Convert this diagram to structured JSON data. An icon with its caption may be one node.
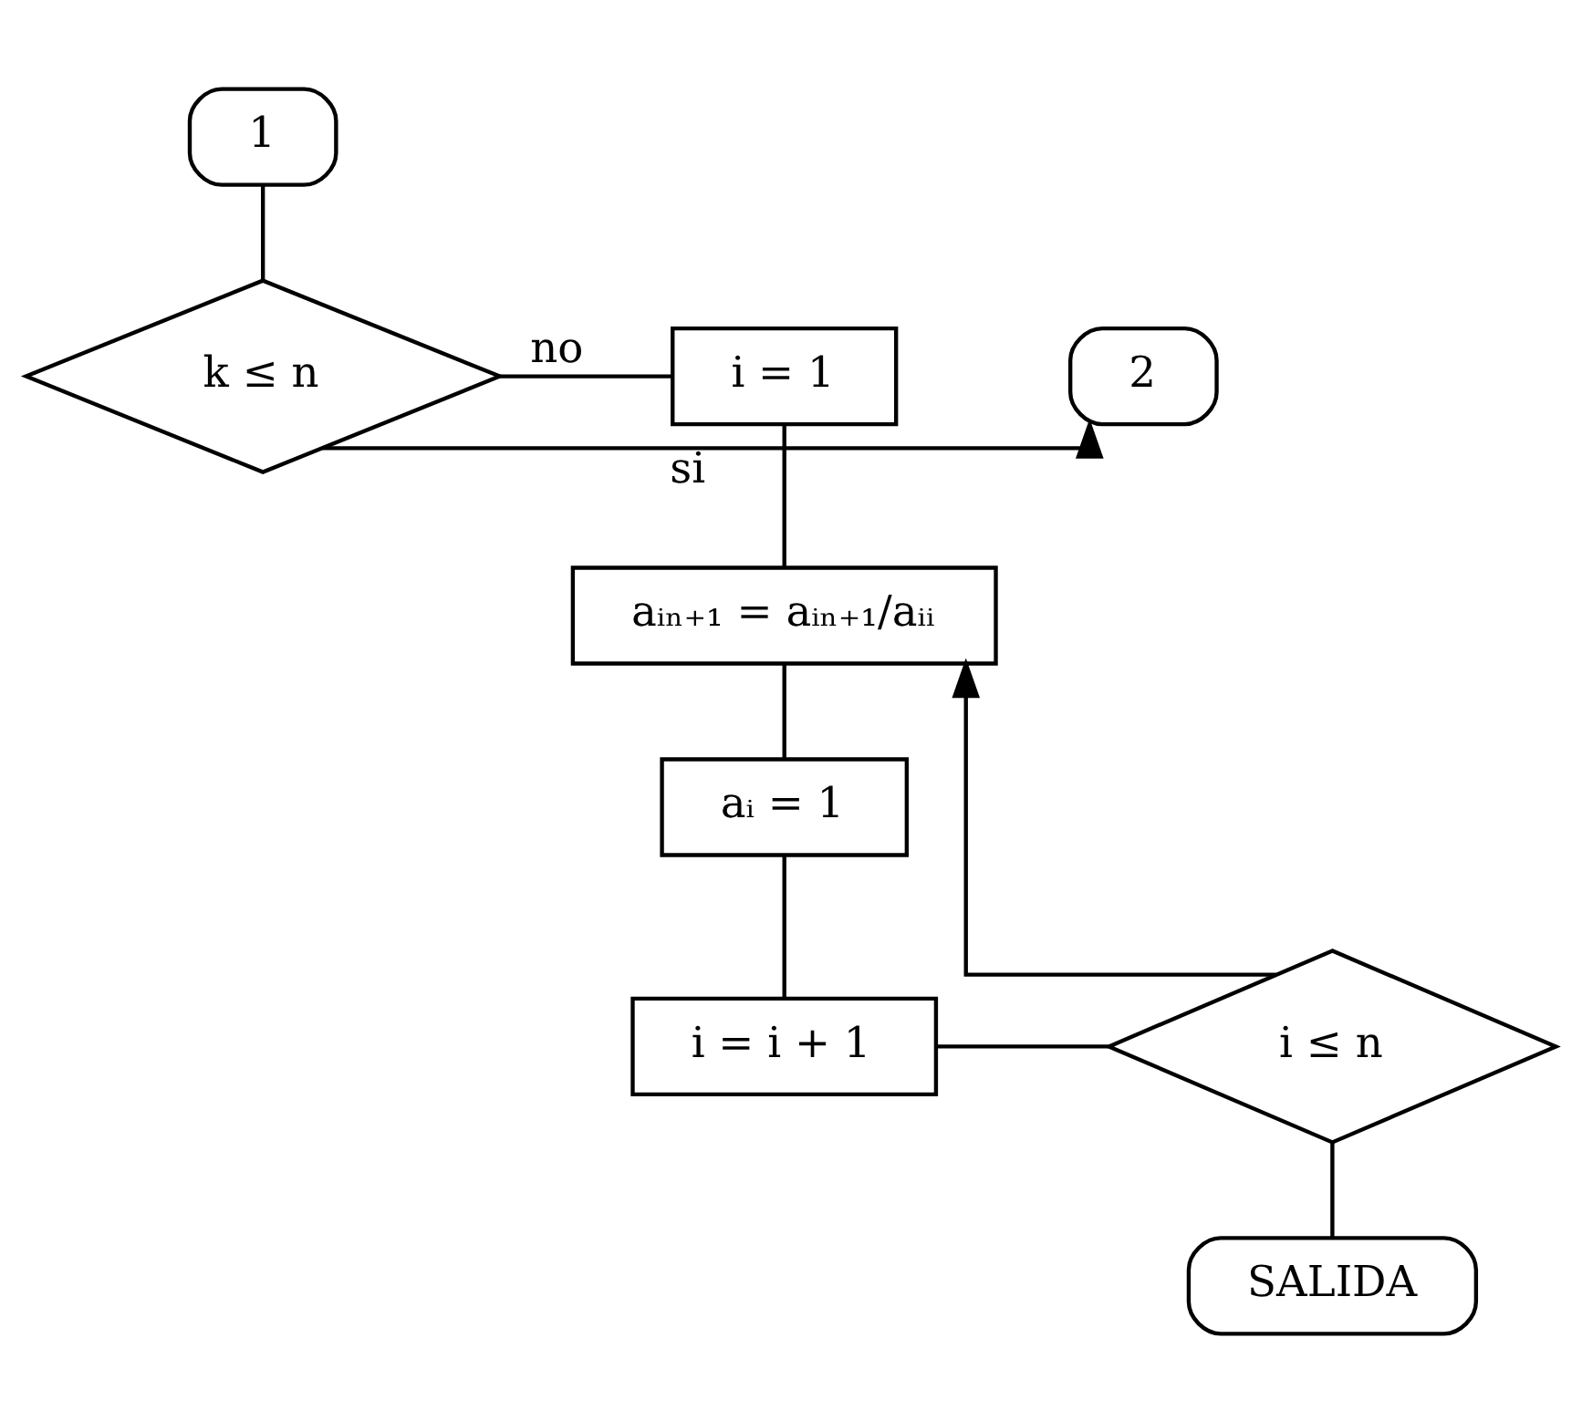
{
  "diagram": {
    "nodes": [
      {
        "text": [
          "1"
        ]
      },
      {
        "text": [
          "k ≤ n"
        ]
      },
      {
        "text": [
          "2"
        ]
      },
      {
        "text": [
          "i = 1"
        ]
      },
      {
        "text": [
          "aᵢₙ₊₁ = aᵢₙ₊₁/aᵢᵢ"
        ]
      },
      {
        "text": [
          "aᵢ = 1"
        ]
      },
      {
        "text": [
          "i = i + 1"
        ]
      },
      {
        "text": [
          "i ≤ n"
        ]
      },
      {
        "text": [
          "SALIDA"
        ]
      }
    ],
    "edges": [
      {
        "from": 0,
        "to": 1,
        "arrow": "none"
      },
      {
        "from": 1,
        "to": 2,
        "arrow": "to",
        "label": "si"
      },
      {
        "from": 1,
        "to": 3,
        "arrow": "none",
        "label": "no"
      },
      {
        "from": 3,
        "to": 4,
        "arrow": "none"
      },
      {
        "from": 4,
        "to": 5,
        "arrow": "none"
      },
      {
        "from": 5,
        "to": 6,
        "arrow": "none"
      },
      {
        "from": 6,
        "to": 7,
        "arrow": "none"
      },
      {
        "from": 7,
        "to": 4,
        "arrow": "to"
      },
      {
        "from": 7,
        "to": 8,
        "arrow": "none"
      }
    ]
  }
}
